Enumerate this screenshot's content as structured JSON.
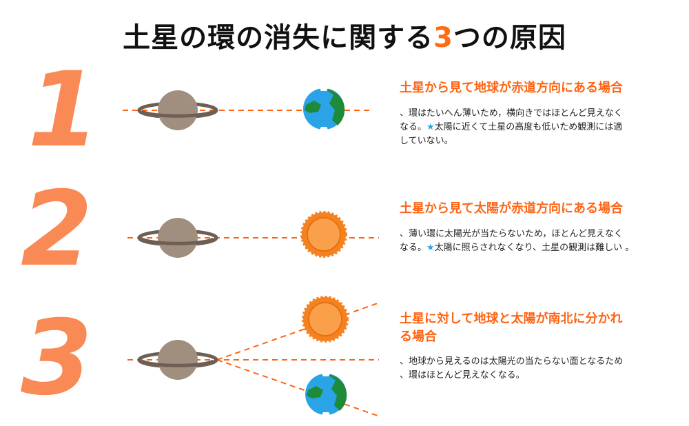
{
  "title": {
    "before": "土星の環の消失に関する",
    "number": "3",
    "after": "つの原因"
  },
  "cases": [
    {
      "number": "1",
      "heading_lines": [
        "土星から見て地球が赤道方向にある場合"
      ],
      "body_lines": [
        "、環はたいへん薄いため，横向きではほとんど見えなく",
        "なる。",
        "太陽に近くて土星の高度も低いため観測には適",
        "していない。"
      ]
    },
    {
      "number": "2",
      "heading_lines": [
        "土星から見て太陽が赤道方向にある場合"
      ],
      "body_lines": [
        "、薄い環に太陽光が当たらないため，ほとんど見えなく",
        "なる。",
        "太陽に照らされなくなり、土星の観測は難しい 。"
      ]
    },
    {
      "number": "3",
      "heading_lines": [
        "土星に対して地球と太陽が南北に分かれ",
        "る場合"
      ],
      "body_lines": [
        "、地球から見えるのは太陽光の当たらない面となるため",
        "、環はほとんど見えなくなる。"
      ]
    }
  ],
  "star_glyph": "★",
  "colors": {
    "accent": "#ff6413",
    "number": "#fa8a55",
    "star": "#2aa4e6",
    "saturn": "#a08f7f",
    "ring": "#6e5f55",
    "sun": "#f58220",
    "earth_sea": "#2aa4e6",
    "earth_land": "#1e8b3a"
  }
}
